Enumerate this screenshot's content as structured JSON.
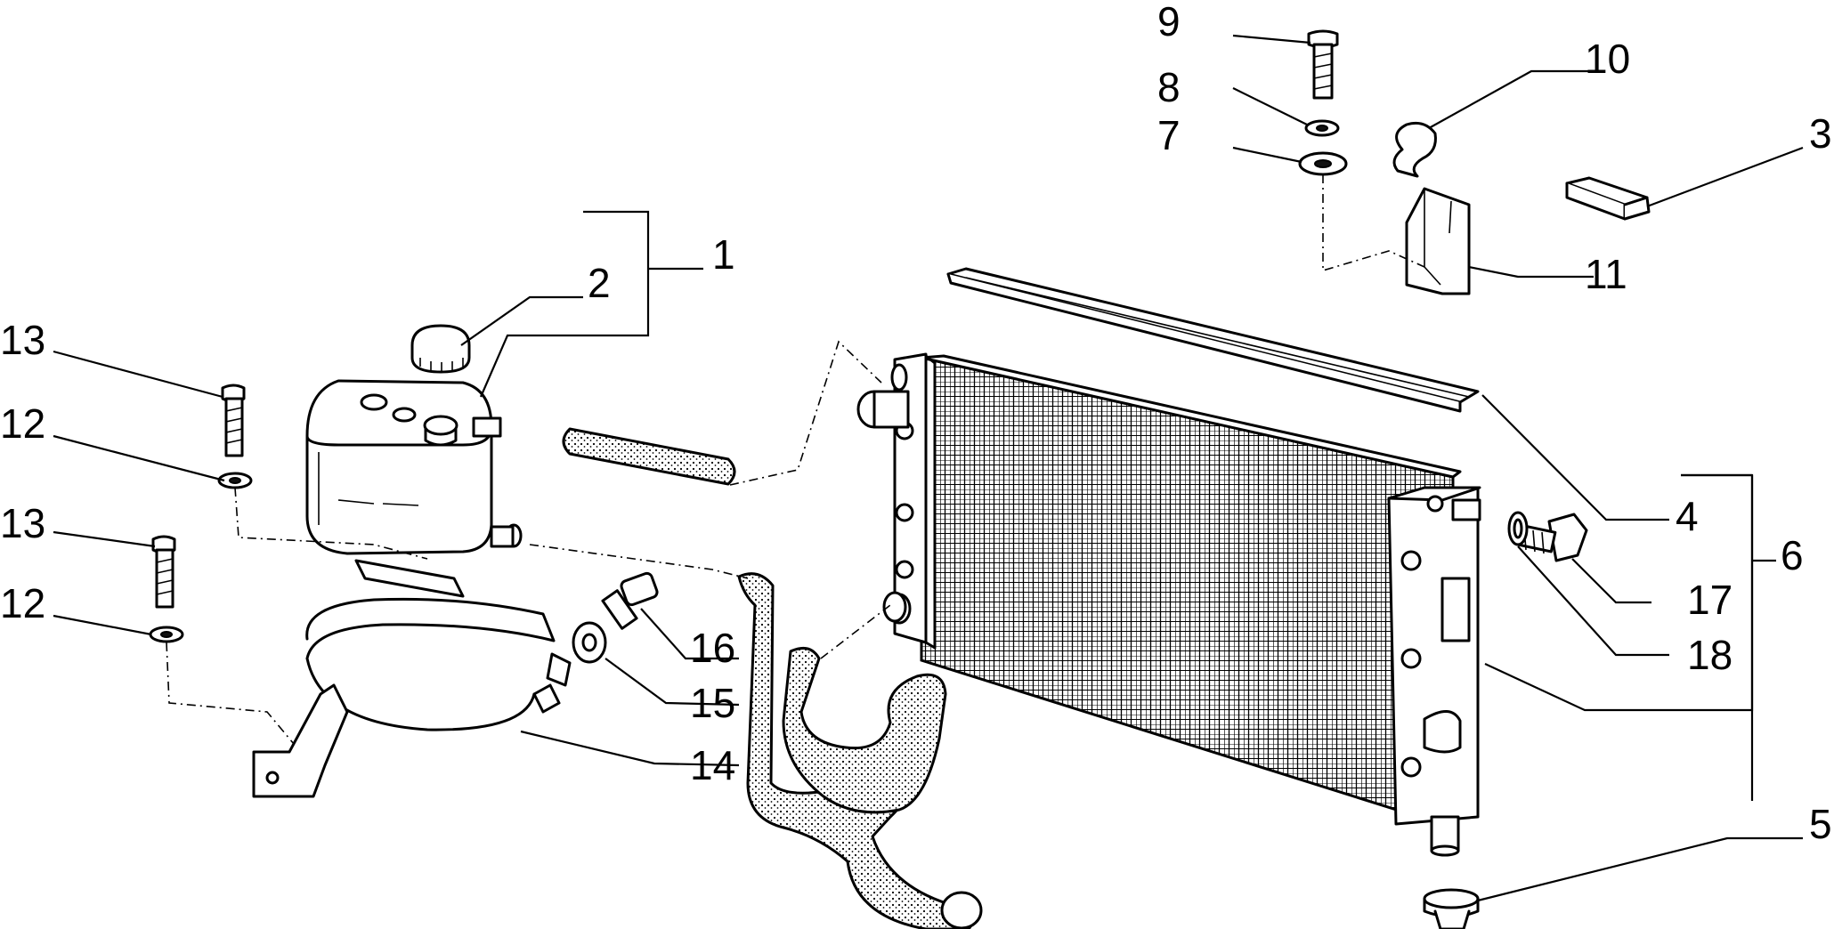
{
  "diagram": {
    "part_numbers": [
      "1",
      "2",
      "3",
      "4",
      "5",
      "6",
      "7",
      "8",
      "9",
      "10",
      "11",
      "12",
      "12",
      "13",
      "13",
      "14",
      "15",
      "16",
      "17",
      "18"
    ]
  },
  "callouts": {
    "c1": "1",
    "c2": "2",
    "c3": "3",
    "c4": "4",
    "c5": "5",
    "c6": "6",
    "c7": "7",
    "c8": "8",
    "c9": "9",
    "c10": "10",
    "c11": "11",
    "c12a": "12",
    "c12b": "12",
    "c13a": "13",
    "c13b": "13",
    "c14": "14",
    "c15": "15",
    "c16": "16",
    "c17": "17",
    "c18": "18"
  }
}
